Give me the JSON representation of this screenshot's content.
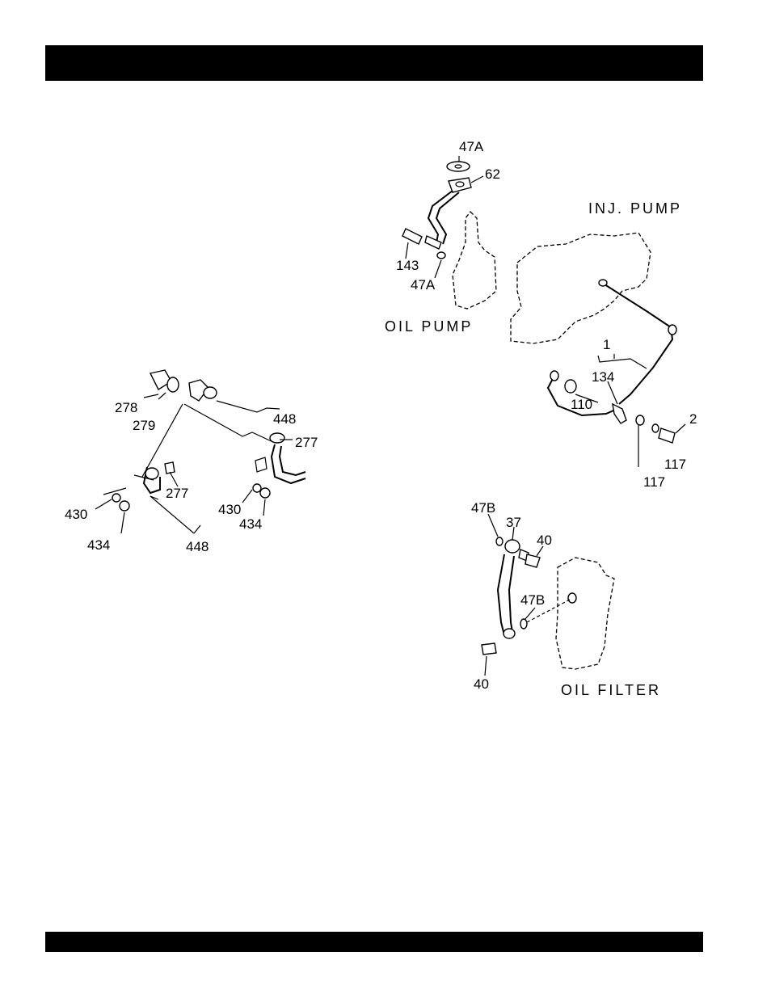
{
  "header_bar": "",
  "footer_bar": "",
  "captions": {
    "inj_pump": "INJ. PUMP",
    "oil_pump": "OIL PUMP",
    "oil_filter": "OIL FILTER"
  },
  "callouts": {
    "c47a_top": "47A",
    "c62": "62",
    "c143": "143",
    "c47a_bottom": "47A",
    "c1": "1",
    "c134": "134",
    "c110": "110",
    "c2": "2",
    "c117_a": "117",
    "c117_b": "117",
    "c278": "278",
    "c279": "279",
    "c448_top": "448",
    "c277_a": "277",
    "c277_b": "277",
    "c430_left": "430",
    "c434_left": "434",
    "c448_bottom": "448",
    "c430_right": "430",
    "c434_right": "434",
    "c47b_top": "47B",
    "c37": "37",
    "c40_top": "40",
    "c47b_mid": "47B",
    "c40_bottom": "40"
  }
}
